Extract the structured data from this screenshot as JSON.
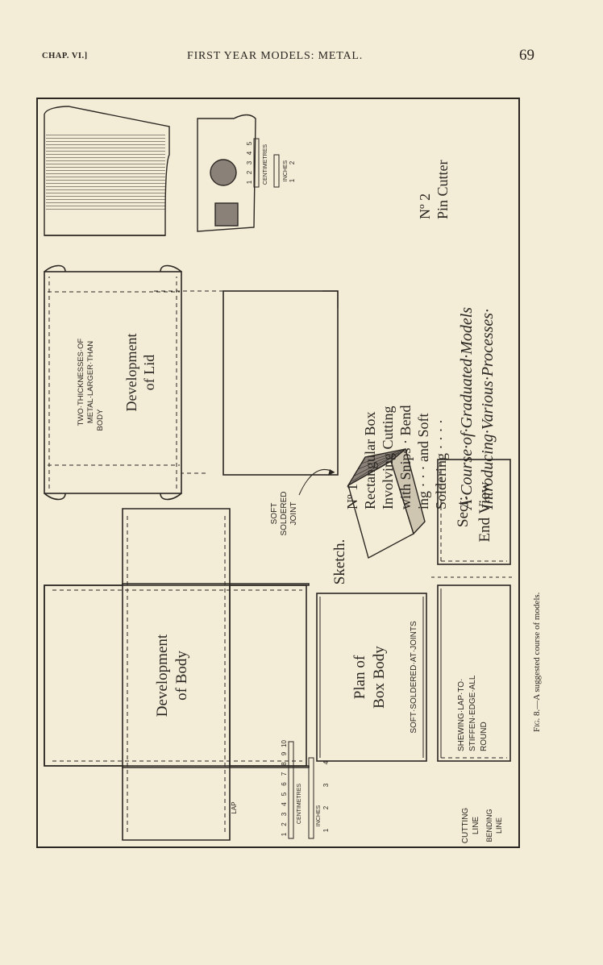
{
  "header": {
    "chapter": "CHAP. VI.]",
    "title": "FIRST YEAR MODELS: METAL.",
    "page_number": "69"
  },
  "figure": {
    "body_label_1": "Development",
    "body_label_2": "of Body",
    "lap_label": "LAP",
    "plan_label_1": "Plan of",
    "plan_label_2": "Box Body",
    "plan_note": "SOFT·SOLDERED·AT·JOINTS",
    "lap_note_1": "SHEWING·LAP·TO·",
    "lap_note_2": "STIFFEN·EDGE·ALL",
    "lap_note_3": "ROUND",
    "lid_label_1": "Development",
    "lid_label_2": "of Lid",
    "lid_note_1": "TWO·THICKNESSES·OF",
    "lid_note_2": "METAL·LARGER·THAN",
    "lid_note_3": "BODY",
    "joint_1": "SOFT",
    "joint_2": "SOLDERED",
    "joint_3": "JOINT",
    "sketch_label": "Sketch.",
    "section_1": "Sect:",
    "section_2": "End View",
    "model1_1": "Nº 1",
    "model1_2": "Rectangular Box",
    "model1_3": "Involving Cutting",
    "model1_4": "with Snips · Bend",
    "model1_5": "ing · · · and Soft",
    "model1_6": "Soldering · · · ·",
    "course_1": "A·Course·of·Graduated·Models",
    "course_2": "Introducing·Various·Processes·",
    "model2_1": "Nº 2",
    "model2_2": "Pin Cutter",
    "cutting_line_1": "CUTTING",
    "cutting_line_2": "LINE",
    "bending_line_1": "BENDING",
    "bending_line_2": "LINE",
    "scale_left": {
      "centimetres_label": "CENTIMETRES",
      "inches_label": "INCHES",
      "cm_ticks": [
        "1",
        "2",
        "3",
        "4",
        "5",
        "6",
        "7",
        "8",
        "9",
        "10"
      ],
      "inch_ticks": [
        "1",
        "2",
        "3",
        "4"
      ]
    },
    "scale_right": {
      "centimetres_label": "CENTIMETRES",
      "inches_label": "INCHES",
      "cm_ticks": [
        "1",
        "2",
        "3",
        "4",
        "5"
      ],
      "inch_ticks": [
        "1",
        "2"
      ]
    }
  },
  "caption": {
    "fig_label": "Fig. 8.",
    "text": "—A suggested course of models."
  }
}
